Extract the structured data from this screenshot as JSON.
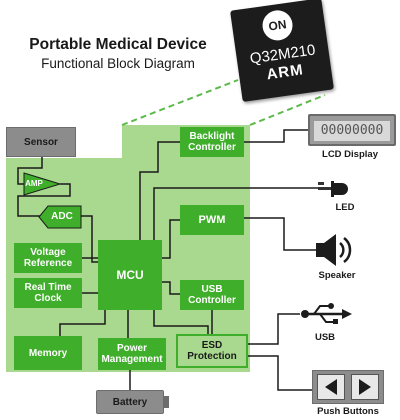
{
  "header": {
    "title": "Portable Medical Device",
    "subtitle": "Functional Block Diagram"
  },
  "chip": {
    "logo_text": "ON",
    "part_number": "Q32M210",
    "arch_label": "ARM"
  },
  "blocks": {
    "backlight": "Backlight Controller",
    "amp": "AMP",
    "adc": "ADC",
    "voltage_ref": "Voltage Reference",
    "rtc": "Real Time Clock",
    "mcu": "MCU",
    "pwm": "PWM",
    "usb_ctrl": "USB Controller",
    "memory": "Memory",
    "power_mgmt": "Power Management",
    "esd": "ESD Protection"
  },
  "external": {
    "sensor": "Sensor",
    "lcd_digits": "00000000",
    "lcd_label": "LCD Display",
    "led_label": "LED",
    "speaker_label": "Speaker",
    "usb_label": "USB",
    "buttons_label": "Push Buttons",
    "battery_label": "Battery"
  },
  "colors": {
    "light_green": "#a9d98f",
    "dark_green": "#3fae2a",
    "dashed_green": "#5cb94a",
    "gray_box": "#8c8c8c",
    "chip_body": "#1c1c1c"
  },
  "icons": [
    "chip-icon",
    "led-icon",
    "speaker-icon",
    "usb-icon",
    "left-arrow-button-icon",
    "right-arrow-button-icon"
  ]
}
